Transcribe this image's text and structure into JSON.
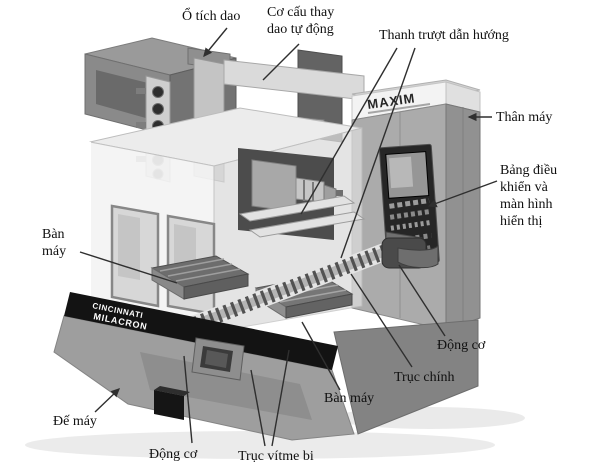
{
  "figure": {
    "type": "labeled-machine-diagram",
    "background": "#ffffff",
    "leader_line_color": "#2f2f2f"
  },
  "machine": {
    "brand_top": "MAXIM",
    "brand_front_line1": "CINCINNATI",
    "brand_front_line2": "MILACRON"
  },
  "labels": {
    "o_tich_dao": "Ổ tích dao",
    "co_cau_thay_dao": "Cơ cấu thay dao tự động",
    "thanh_truot": "Thanh trượt dẫn hướng",
    "than_may": "Thân máy",
    "bang_dieu_khien": "Bảng điều khiển và màn hình hiển thị",
    "ban_may_trai": "Bàn máy",
    "dong_co_phai": "Động cơ",
    "truc_chinh": "Trục chính",
    "ban_may_duoi": "Bàn máy",
    "truc_vitme_bi": "Trục vítme bi",
    "dong_co_duoi": "Động cơ",
    "de_may": "Đế máy"
  }
}
